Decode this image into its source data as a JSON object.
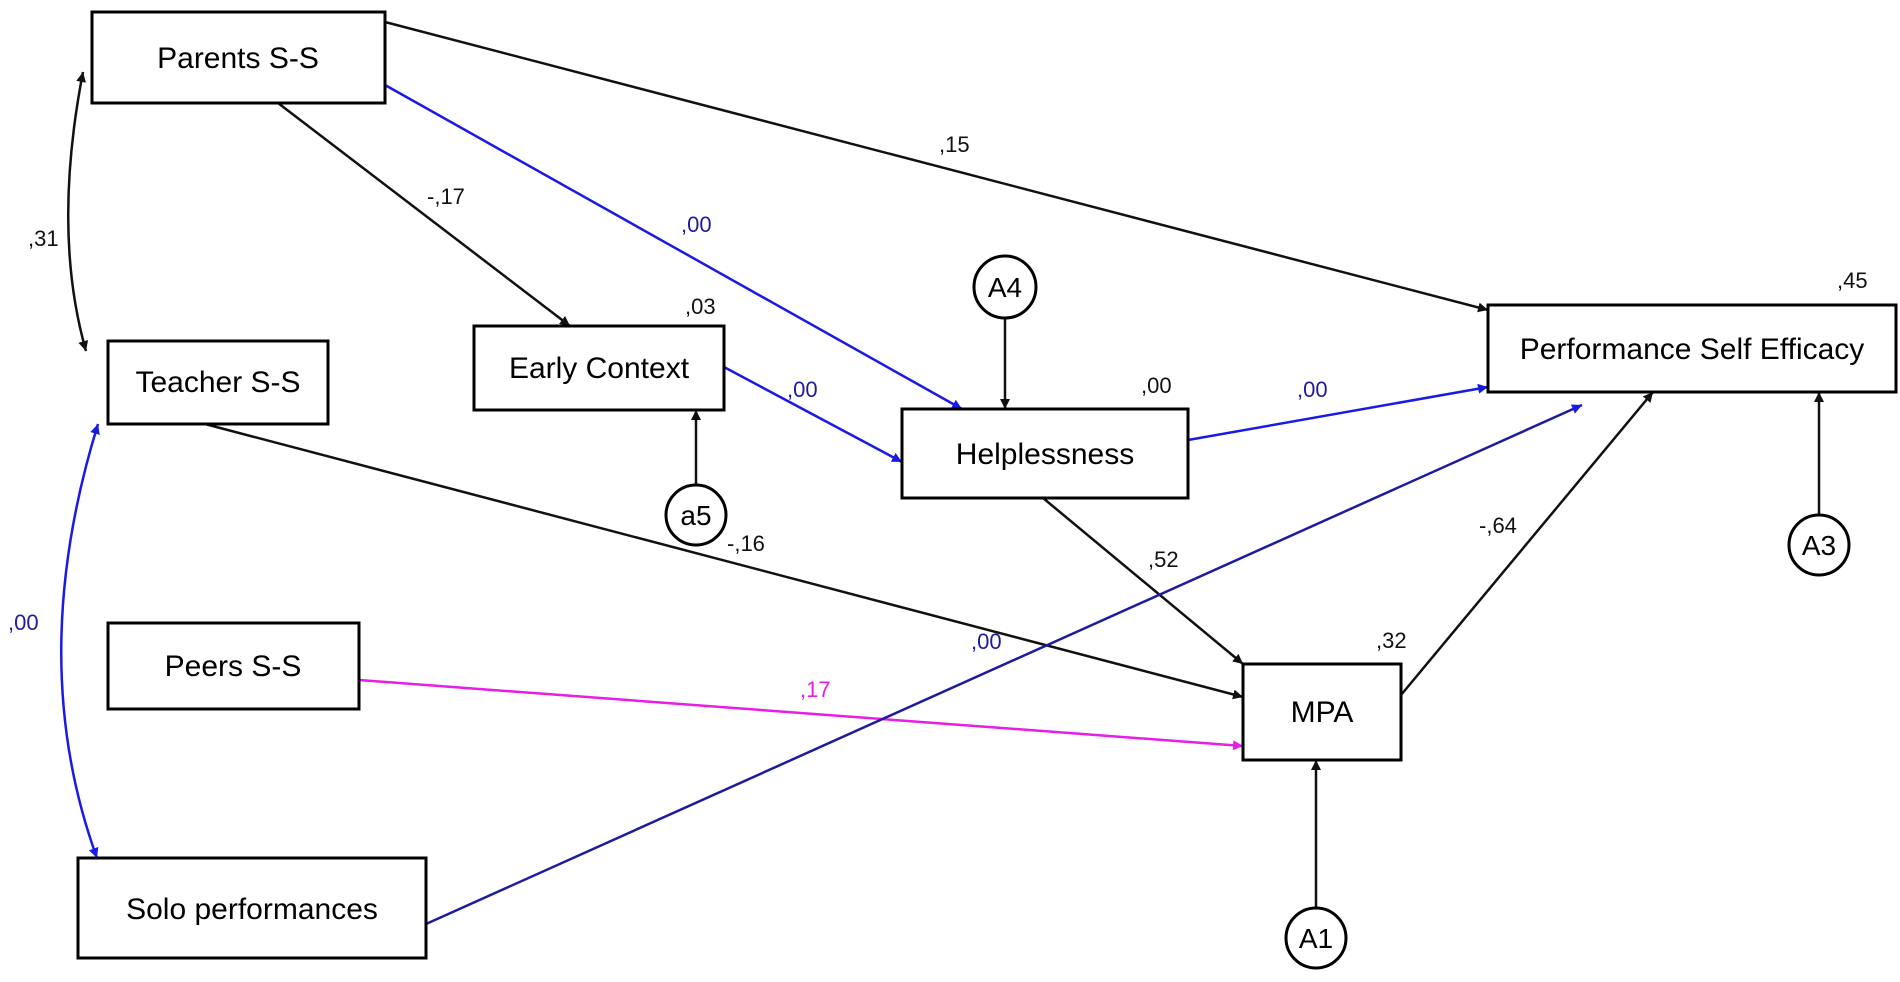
{
  "colors": {
    "black": "#111111",
    "blue": "#1a1ae6",
    "navy": "#1c1c9c",
    "magenta": "#e61ee6"
  },
  "nodes": {
    "parents": "Parents S-S",
    "teacher": "Teacher S-S",
    "peers": "Peers S-S",
    "solo": "Solo performances",
    "early": "Early Context",
    "helpless": "Helplessness",
    "mpa": "MPA",
    "pse": "Performance Self Efficacy"
  },
  "errors": {
    "a4": "A4",
    "a5": "a5",
    "a3": "A3",
    "a1": "A1"
  },
  "r2": {
    "early": ",03",
    "helpless": ",00",
    "pse": ",45",
    "mpa": ",32"
  },
  "paths": {
    "parents_pse": ",15",
    "parents_early": "-,17",
    "parents_helpless": ",00",
    "early_helpless": ",00",
    "helpless_pse": ",00",
    "teacher_mpa": "-,16",
    "helpless_mpa": ",52",
    "mpa_pse": "-,64",
    "peers_mpa": ",17",
    "solo_pse": ",00"
  },
  "correlations": {
    "parents_teacher": ",31",
    "teacher_solo": ",00"
  }
}
